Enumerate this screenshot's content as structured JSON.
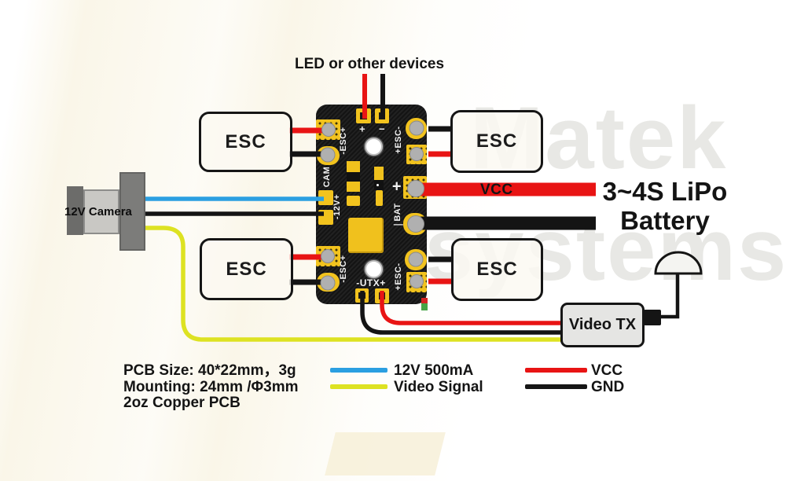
{
  "diagram": {
    "top_label": "LED or other devices",
    "esc_label": "ESC",
    "camera_label": "12V Camera",
    "video_tx_label": "Video TX",
    "vcc_wire_label": "VCC",
    "battery_line1": "3~4S LiPo",
    "battery_line2": "Battery"
  },
  "pcb": {
    "silkscreen": {
      "led_plus": "+",
      "led_minus": "−",
      "esc_left_top": "-ESC+",
      "esc_left_bottom": "-ESC+",
      "esc_right_top": "+ESC-",
      "esc_right_bottom": "+ESC-",
      "cam": "CAM",
      "cam_pins": "-12V+",
      "bat": "BAT",
      "bat_plus": "+",
      "bat_minus": "—",
      "utx": "-UTX+"
    }
  },
  "legend": {
    "items": [
      {
        "name": "12v-supply",
        "label": "12V 500mA",
        "color": "#2b9fe1"
      },
      {
        "name": "video-signal",
        "label": "Video Signal",
        "color": "#dde222"
      },
      {
        "name": "vcc",
        "label": "VCC",
        "color": "#e81414"
      },
      {
        "name": "gnd",
        "label": "GND",
        "color": "#161616"
      }
    ]
  },
  "specs": {
    "line1": "PCB Size: 40*22mm，3g",
    "line2": "Mounting: 24mm /Φ3mm",
    "line3": "2oz Copper PCB"
  },
  "watermark": {
    "line1": "Matek",
    "line2": "systems"
  }
}
